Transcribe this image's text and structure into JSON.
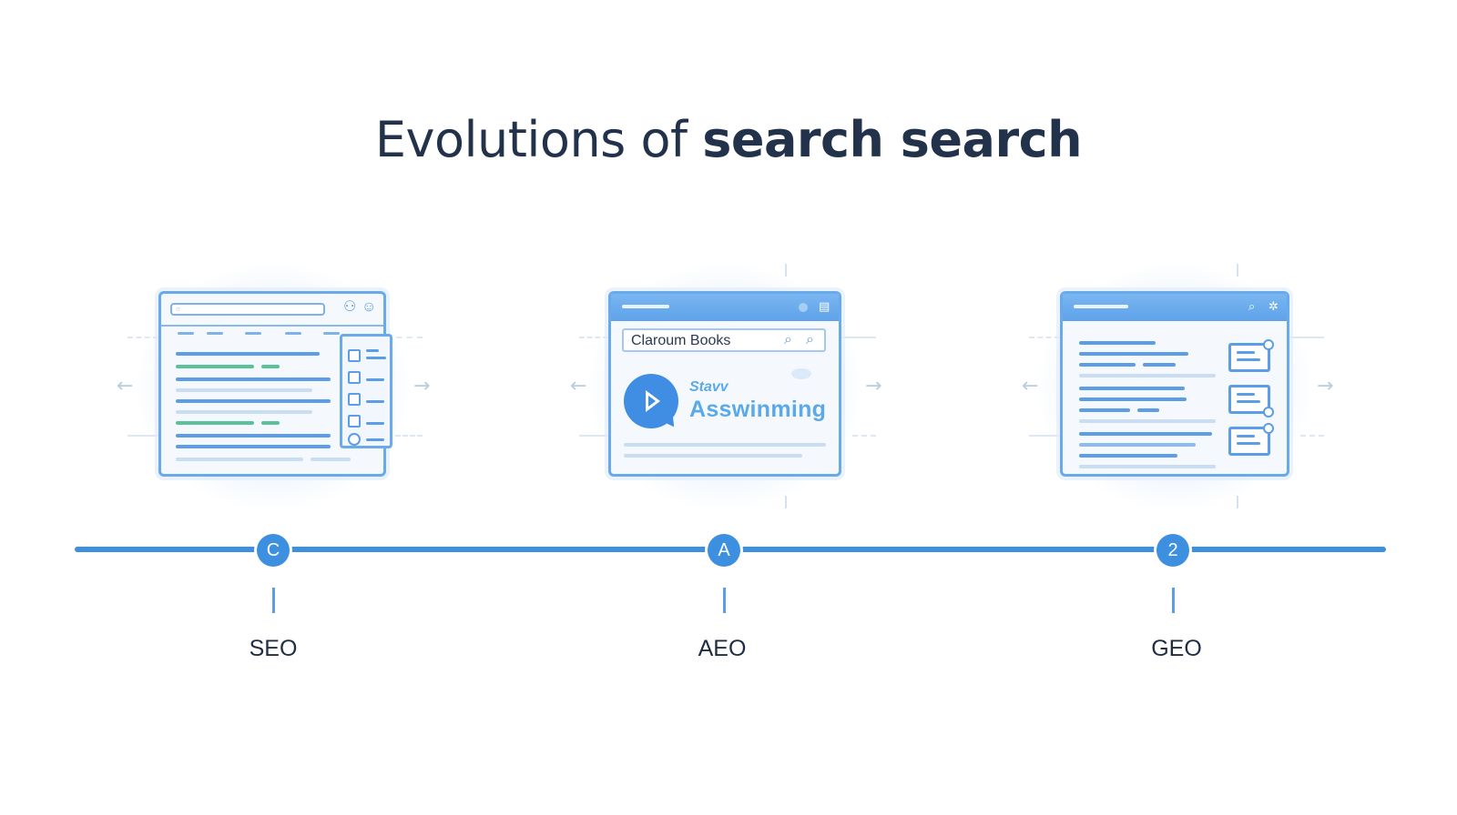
{
  "title": {
    "regular": "Evolutions of ",
    "bold": "search search"
  },
  "stages": [
    {
      "node_text": "C",
      "label": "SEO"
    },
    {
      "node_text": "A",
      "label": "AEO",
      "search_text": "Claroum Books",
      "small_text": "Stavv",
      "big_text": "Asswinming"
    },
    {
      "node_text": "2",
      "label": "GEO"
    }
  ],
  "colors": {
    "accent": "#3d8fe0",
    "window_border": "#6aa9ea",
    "green": "#59c29a",
    "text": "#1f2d44"
  }
}
